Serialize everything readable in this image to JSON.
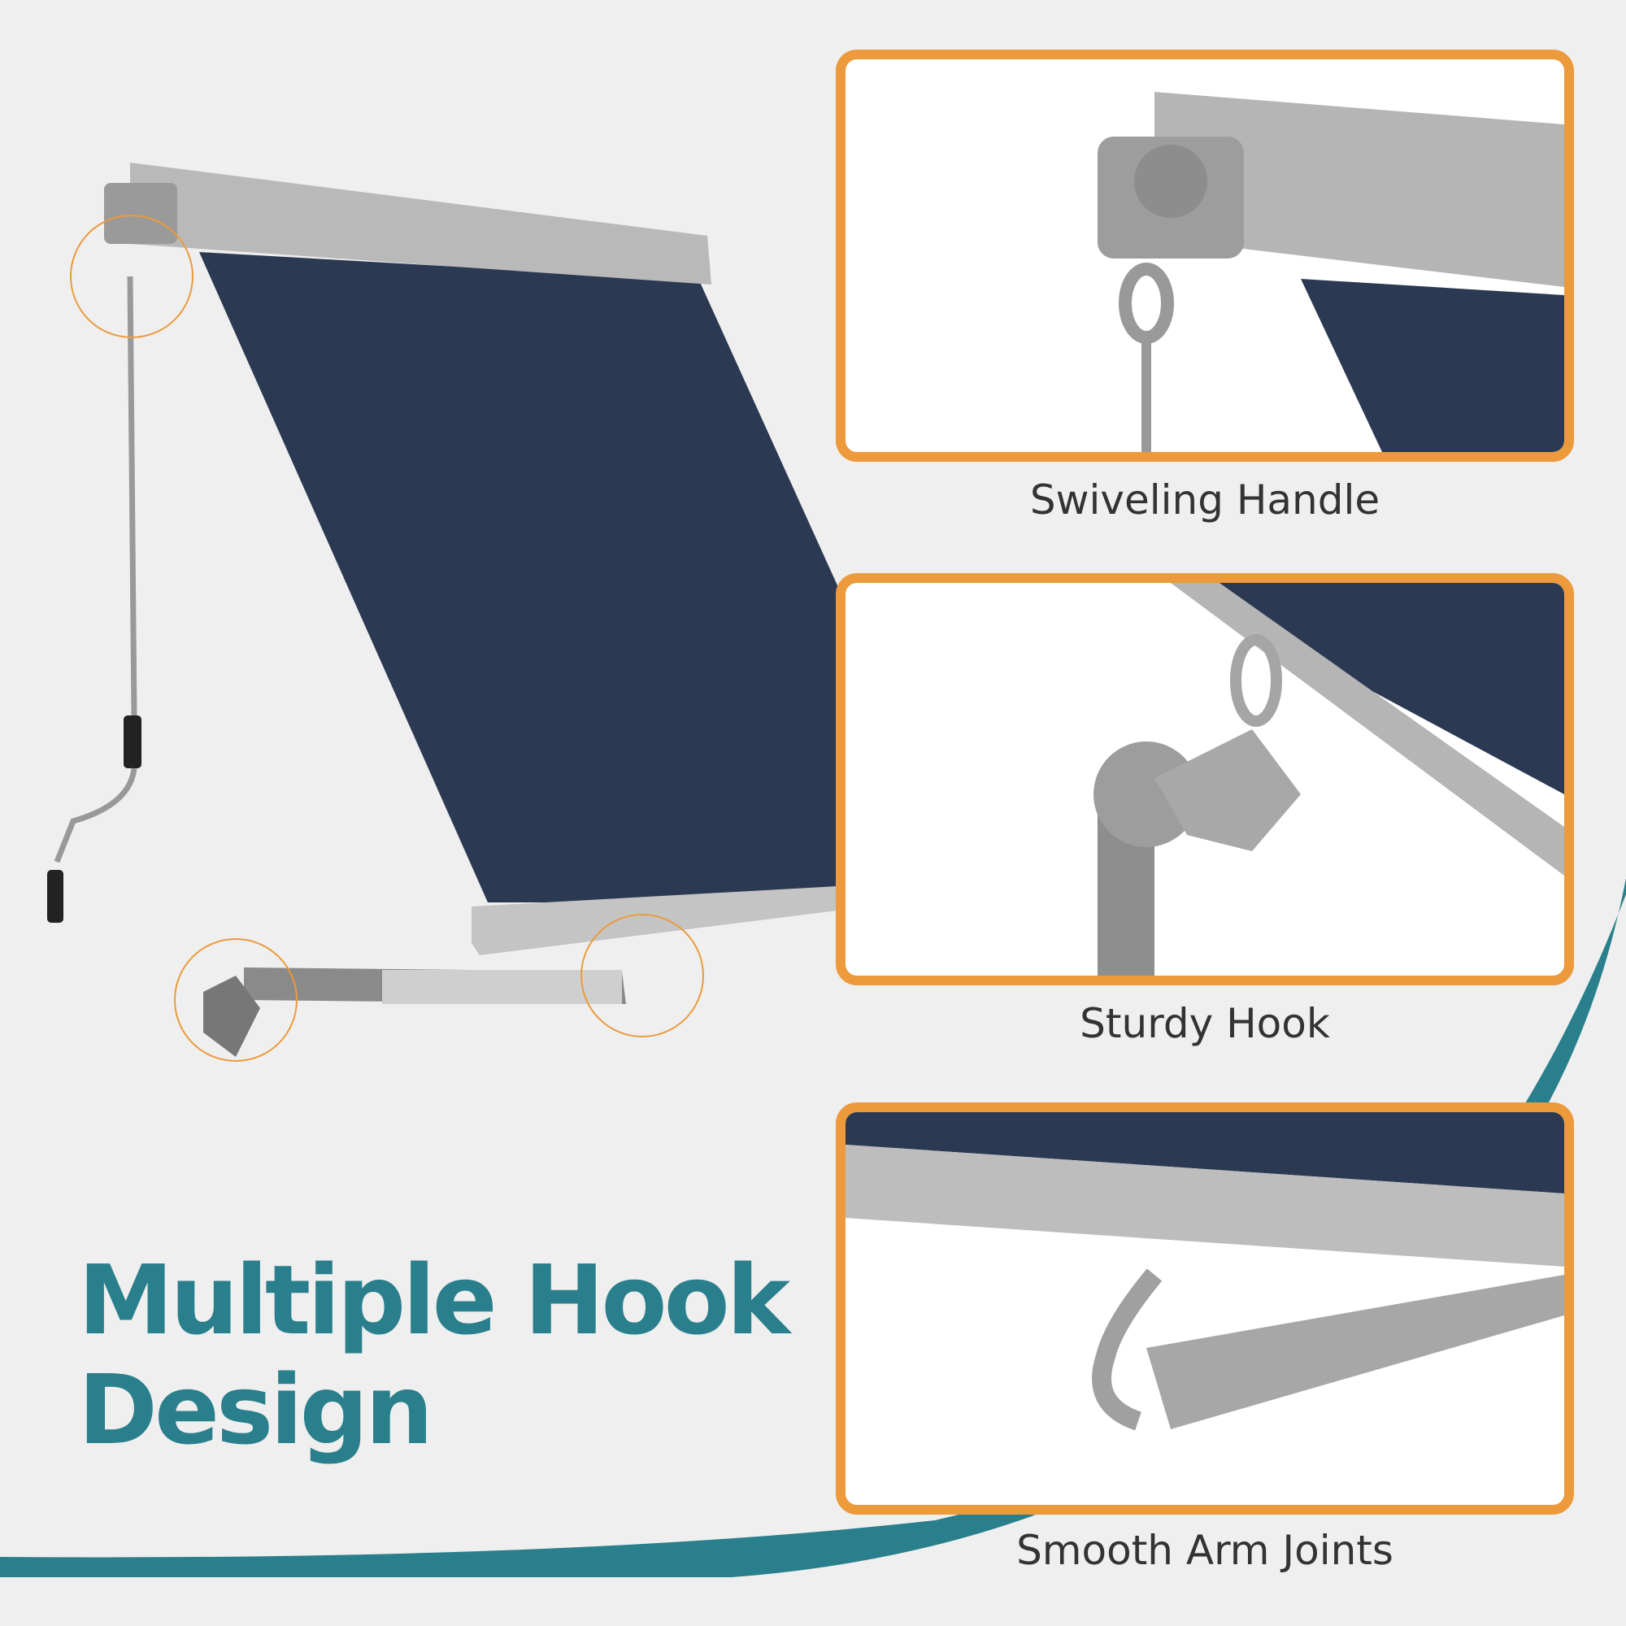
{
  "headline": {
    "line1": "Multiple Hook",
    "line2": "Design"
  },
  "features": [
    {
      "caption": "Swiveling Handle"
    },
    {
      "caption": "Sturdy Hook"
    },
    {
      "caption": "Smooth Arm Joints"
    }
  ],
  "colors": {
    "accent_orange": "#ec9a3c",
    "teal": "#2a7f8c",
    "fabric_navy": "#2b3a52",
    "frame_gray": "#b9b9b9"
  }
}
